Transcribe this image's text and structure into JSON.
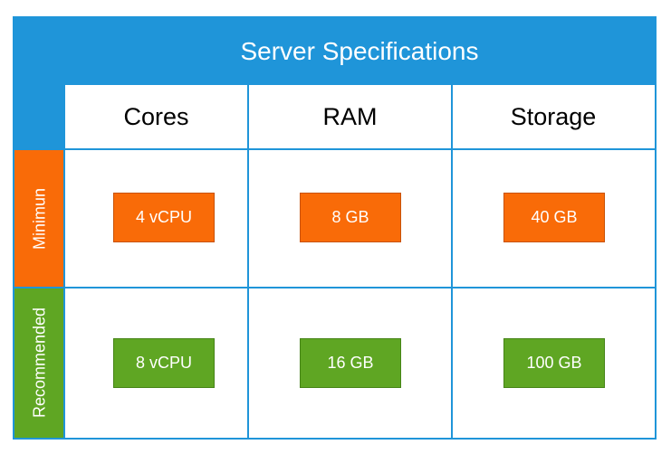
{
  "title": "Server Specifications",
  "columns": [
    "Cores",
    "RAM",
    "Storage"
  ],
  "rows": [
    {
      "label": "Minimun",
      "values": [
        "4 vCPU",
        "8 GB",
        "40 GB"
      ]
    },
    {
      "label": "Recommended",
      "values": [
        "8 vCPU",
        "16 GB",
        "100 GB"
      ]
    }
  ],
  "colors": {
    "header": "#1f95d9",
    "minimum": "#f96b08",
    "recommended": "#5fa623",
    "grid": "#1f95d9"
  }
}
